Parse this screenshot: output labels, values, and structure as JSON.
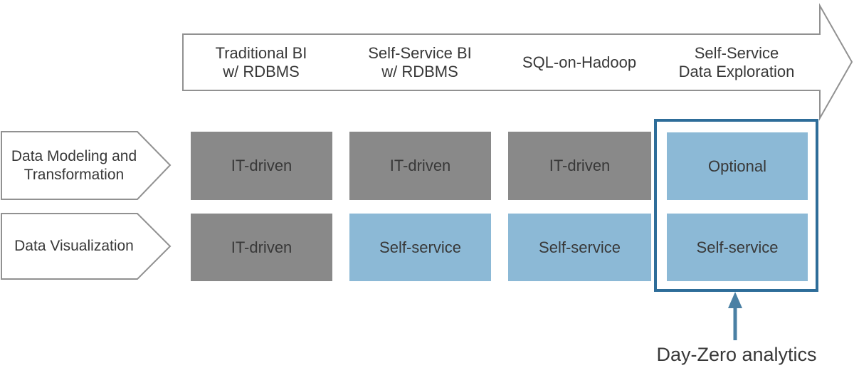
{
  "colors": {
    "gray_box": "#898989",
    "blue_box": "#8cb9d6",
    "outline_blue": "#2e6d99",
    "day_zero_arrow": "#4a80a4",
    "shape_border": "#919191",
    "text_dark": "#383838"
  },
  "timeline": {
    "stages": [
      {
        "label": "Traditional BI\nw/ RDBMS"
      },
      {
        "label": "Self-Service BI\nw/ RDBMS"
      },
      {
        "label": "SQL-on-Hadoop"
      },
      {
        "label": "Self-Service\nData Exploration"
      }
    ]
  },
  "grid": {
    "rows": [
      {
        "label": "Data Modeling and\nTransformation",
        "cells": [
          {
            "text": "IT-driven",
            "variant": "gray"
          },
          {
            "text": "IT-driven",
            "variant": "gray"
          },
          {
            "text": "IT-driven",
            "variant": "gray"
          },
          {
            "text": "Optional",
            "variant": "blue"
          }
        ]
      },
      {
        "label": "Data Visualization",
        "cells": [
          {
            "text": "IT-driven",
            "variant": "gray"
          },
          {
            "text": "Self-service",
            "variant": "blue"
          },
          {
            "text": "Self-service",
            "variant": "blue"
          },
          {
            "text": "Self-service",
            "variant": "blue"
          }
        ]
      }
    ]
  },
  "annotation": {
    "label": "Day-Zero analytics"
  }
}
